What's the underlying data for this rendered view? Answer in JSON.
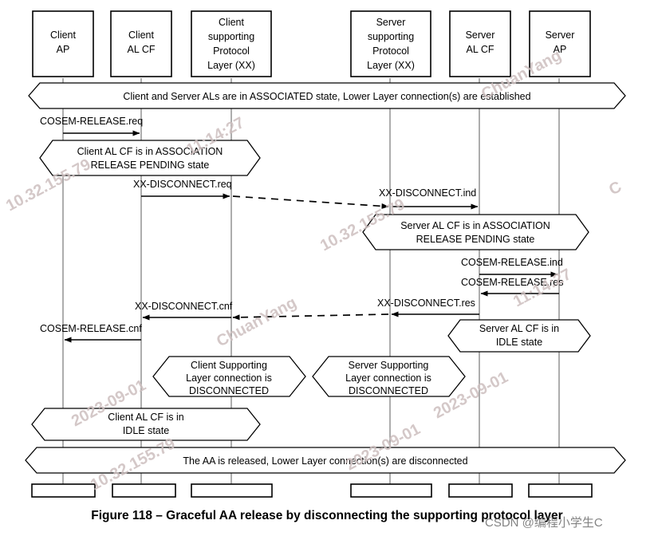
{
  "figure": {
    "caption": "Figure 118 – Graceful AA release by disconnecting the supporting protocol layer",
    "watermark_csdn": "CSDN @编程小学生C",
    "watermark_tiles": [
      "10.32.155.79",
      "2023-09-01",
      "11:14:27",
      "ChuanYang",
      "10.32.155.79",
      "2023-09-01",
      "ChuanYang",
      "11:14:27",
      "C",
      "2023-09-01",
      "10.32.155.79"
    ]
  },
  "actors": [
    {
      "id": "client-ap",
      "lines": [
        "Client",
        "AP"
      ]
    },
    {
      "id": "client-al-cf",
      "lines": [
        "Client",
        "AL CF"
      ]
    },
    {
      "id": "client-xx-layer",
      "lines": [
        "Client",
        "supporting",
        "Protocol",
        "Layer (XX)"
      ]
    },
    {
      "id": "server-xx-layer",
      "lines": [
        "Server",
        "supporting",
        "Protocol",
        "Layer (XX)"
      ]
    },
    {
      "id": "server-al-cf",
      "lines": [
        "Server",
        "AL CF"
      ]
    },
    {
      "id": "server-ap",
      "lines": [
        "Server",
        "AP"
      ]
    }
  ],
  "banners": [
    {
      "id": "banner-associated",
      "lines": [
        "Client and Server ALs are in ASSOCIATED state, Lower Layer connection(s) are established"
      ]
    },
    {
      "id": "banner-aa-released",
      "lines": [
        "The AA is released, Lower Layer connection(s) are disconnected"
      ]
    }
  ],
  "states": [
    {
      "id": "state-client-release-pending",
      "lines": [
        "Client AL CF is in ASSOCIATION",
        "RELEASE PENDING state"
      ]
    },
    {
      "id": "state-server-release-pending",
      "lines": [
        "Server AL CF is in ASSOCIATION",
        "RELEASE PENDING state"
      ]
    },
    {
      "id": "state-server-idle",
      "lines": [
        "Server AL CF is in",
        "IDLE state"
      ]
    },
    {
      "id": "state-client-supporting-disconnected",
      "lines": [
        "Client Supporting",
        "Layer connection is",
        "DISCONNECTED"
      ]
    },
    {
      "id": "state-server-supporting-disconnected",
      "lines": [
        "Server Supporting",
        "Layer connection is",
        "DISCONNECTED"
      ]
    },
    {
      "id": "state-client-idle",
      "lines": [
        "Client AL CF is in",
        "IDLE state"
      ]
    }
  ],
  "messages": [
    {
      "id": "msg-cosem-release-req",
      "label": "COSEM-RELEASE.req",
      "from": "client-ap",
      "to": "client-al-cf",
      "style": "solid"
    },
    {
      "id": "msg-xx-disconnect-req",
      "label": "XX-DISCONNECT.req",
      "from": "client-al-cf",
      "to": "client-xx-layer",
      "style": "solid"
    },
    {
      "id": "msg-xx-transit-down",
      "label": "",
      "from": "client-xx-layer",
      "to": "server-xx-layer",
      "style": "dashed"
    },
    {
      "id": "msg-xx-disconnect-ind",
      "label": "XX-DISCONNECT.ind",
      "from": "server-xx-layer",
      "to": "server-al-cf",
      "style": "solid"
    },
    {
      "id": "msg-cosem-release-ind",
      "label": "COSEM-RELEASE.ind",
      "from": "server-al-cf",
      "to": "server-ap",
      "style": "solid"
    },
    {
      "id": "msg-cosem-release-res",
      "label": "COSEM-RELEASE.res",
      "from": "server-ap",
      "to": "server-al-cf",
      "style": "solid"
    },
    {
      "id": "msg-xx-disconnect-res",
      "label": "XX-DISCONNECT.res",
      "from": "server-al-cf",
      "to": "server-xx-layer",
      "style": "solid"
    },
    {
      "id": "msg-xx-transit-up",
      "label": "",
      "from": "server-xx-layer",
      "to": "client-xx-layer",
      "style": "dashed"
    },
    {
      "id": "msg-xx-disconnect-cnf",
      "label": "XX-DISCONNECT.cnf",
      "from": "client-xx-layer",
      "to": "client-al-cf",
      "style": "solid"
    },
    {
      "id": "msg-cosem-release-cnf",
      "label": "COSEM-RELEASE.cnf",
      "from": "client-al-cf",
      "to": "client-ap",
      "style": "solid"
    }
  ]
}
